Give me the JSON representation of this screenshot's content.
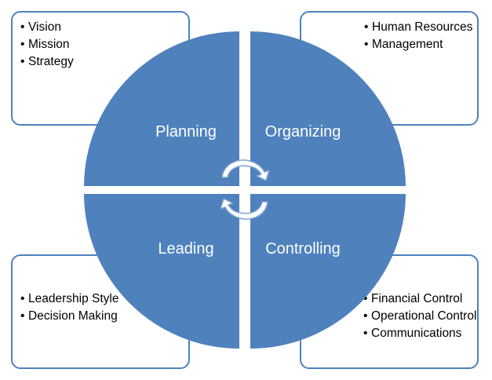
{
  "quadrants": {
    "planning": {
      "label": "Planning",
      "items": [
        "Vision",
        "Mission",
        "Strategy"
      ]
    },
    "organizing": {
      "label": "Organizing",
      "items": [
        "Human Resources",
        "Management"
      ]
    },
    "leading": {
      "label": "Leading",
      "items": [
        "Leadership Style",
        "Decision Making"
      ]
    },
    "controlling": {
      "label": "Controlling",
      "items": [
        "Financial Control",
        "Operational Control",
        "Communications"
      ]
    }
  },
  "colors": {
    "segment_fill": "#4f81bd",
    "box_border": "#4f81bd",
    "arrow_fill": "#ffffff",
    "arrow_stroke": "#7fa3cf"
  }
}
